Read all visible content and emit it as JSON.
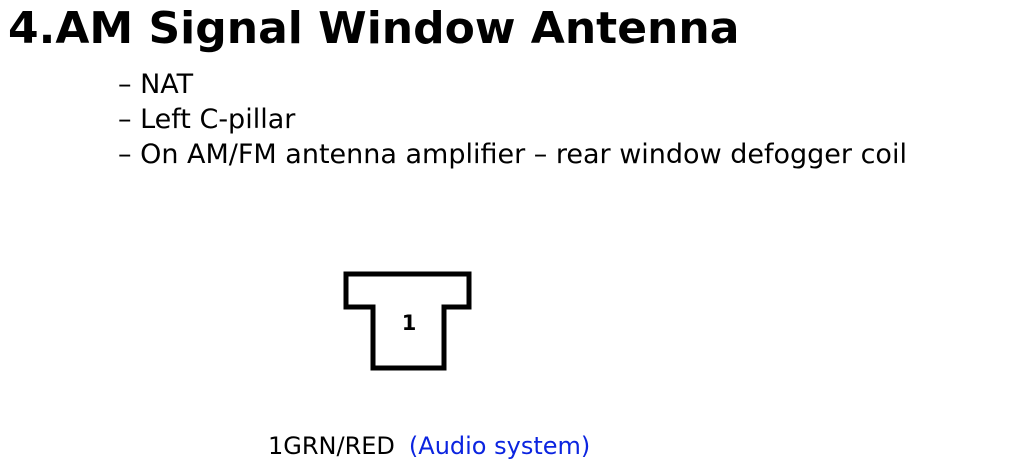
{
  "title": "4.AM Signal Window Antenna",
  "bullets": [
    "– NAT",
    "– Left C-pillar",
    "– On AM/FM antenna amplifier – rear window defogger coil"
  ],
  "connector": {
    "pin": "1"
  },
  "wire": {
    "code": "1GRN/RED",
    "system": "(Audio system)"
  },
  "colors": {
    "text": "#000000",
    "system_link": "#0b24e0"
  }
}
